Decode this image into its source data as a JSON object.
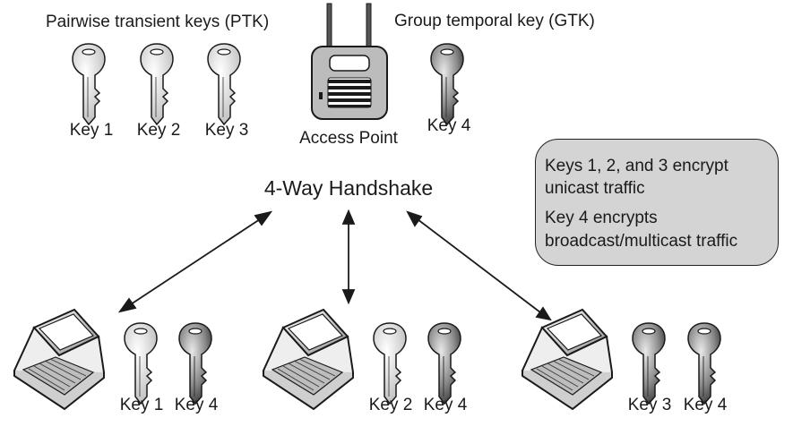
{
  "ptk_heading": "Pairwise transient keys (PTK)",
  "gtk_heading": "Group temporal key (GTK)",
  "access_point_label": "Access Point",
  "handshake_label": "4-Way Handshake",
  "top_keys": {
    "key1": "Key 1",
    "key2": "Key 2",
    "key3": "Key 3",
    "key4": "Key 4"
  },
  "note": {
    "line1": "Keys 1, 2, and 3 encrypt",
    "line2": "unicast traffic",
    "line3": "Key 4 encrypts",
    "line4": "broadcast/multicast traffic"
  },
  "clients": [
    {
      "pairwise_label": "Key 1",
      "group_label": "Key 4"
    },
    {
      "pairwise_label": "Key 2",
      "group_label": "Key 4"
    },
    {
      "pairwise_label": "Key 3",
      "group_label": "Key 4"
    }
  ],
  "colors": {
    "note_fill": "#d4d4d4",
    "light_key": "#e6e6e6",
    "dark_key": "#8c8c8c",
    "outline": "#1a1a1a"
  }
}
